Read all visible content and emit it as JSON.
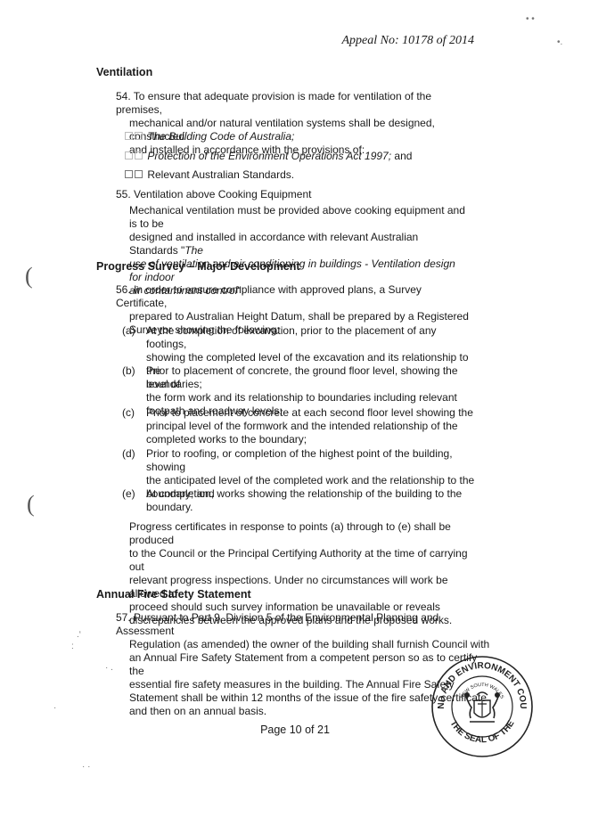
{
  "header": {
    "appeal": "Appeal No:  10178 of 2014"
  },
  "sections": {
    "ventilation_heading": "Ventilation",
    "progress_heading": "Progress Survey – Major Development",
    "fire_heading": "Annual Fire Safety Statement"
  },
  "p54": {
    "line1": "54. To ensure that adequate provision is made for ventilation of the premises,",
    "line2": "mechanical and/or natural ventilation systems shall be designed, constructed",
    "line3": "and installed in accordance with the provisions of:",
    "bullets": [
      "The Building Code of Australia;",
      "Protection of the Environment Operations Act 1997;",
      "Relevant Australian Standards."
    ],
    "bullet2_suffix": " and"
  },
  "p55": {
    "line1": "55. Ventilation above Cooking Equipment",
    "body1": "Mechanical ventilation must be provided above cooking equipment and is to be",
    "body2": "designed and installed in accordance with relevant Australian Standards \"",
    "body2_italic": "The",
    "body3_italic": "use of ventilation and air conditioning in buildings - Ventilation design for indoor",
    "body4_italic": "air contaminant control",
    "body4_end": "\"."
  },
  "p56": {
    "line1": "56. In order to ensure compliance with approved plans, a Survey Certificate,",
    "line2": "prepared to Australian Height Datum, shall be prepared by a Registered",
    "line3": "Surveyor showing the following:",
    "items": [
      {
        "label": "(a)",
        "lines": [
          "At the completion of excavation, prior to the placement of any footings,",
          "showing the completed level of the excavation and its relationship to the",
          "boundaries;"
        ]
      },
      {
        "label": "(b)",
        "lines": [
          "Prior to placement of concrete, the ground floor level, showing the level of",
          "the form work and its relationship to boundaries including relevant",
          "footpath and roadway levels;"
        ]
      },
      {
        "label": "(c)",
        "lines": [
          "Prior to placement of concrete at each second floor level showing the",
          "principal level of the formwork and the intended relationship of the",
          "completed works to the boundary;"
        ]
      },
      {
        "label": "(d)",
        "lines": [
          "Prior to roofing, or completion of the highest point of the building, showing",
          "the anticipated level of the completed work and the relationship to the",
          "boundary; and"
        ]
      },
      {
        "label": "(e)",
        "lines": [
          "At completion, works showing the relationship of the building to the",
          "boundary."
        ]
      }
    ],
    "closing": [
      "Progress certificates in response to points (a) through to (e) shall be produced",
      "to the Council or the Principal Certifying Authority at the time of carrying out",
      "relevant progress inspections. Under no circumstances will work be allowed to",
      "proceed should such survey information be unavailable or reveals",
      "discrepancies between the approved plans and the proposed works."
    ]
  },
  "p57": {
    "lines": [
      "57. Pursuant to Part 9, Division 5 of the Environmental Planning and Assessment",
      "Regulation (as amended) the owner of the building shall furnish Council with",
      "an Annual Fire Safety Statement from a competent person so as to certify the",
      "essential fire safety measures in the building. The Annual Fire Safety",
      "Statement shall be within 12 months of the issue of the fire safety certificate",
      "and then on an annual basis."
    ]
  },
  "footer": {
    "page": "Page 10 of 21"
  },
  "seal": {
    "top_text": "LAND AND ENVIRONMENT COURT",
    "bottom_text": "THE SEAL OF THE",
    "inner_text": "NEW SOUTH WALES"
  }
}
